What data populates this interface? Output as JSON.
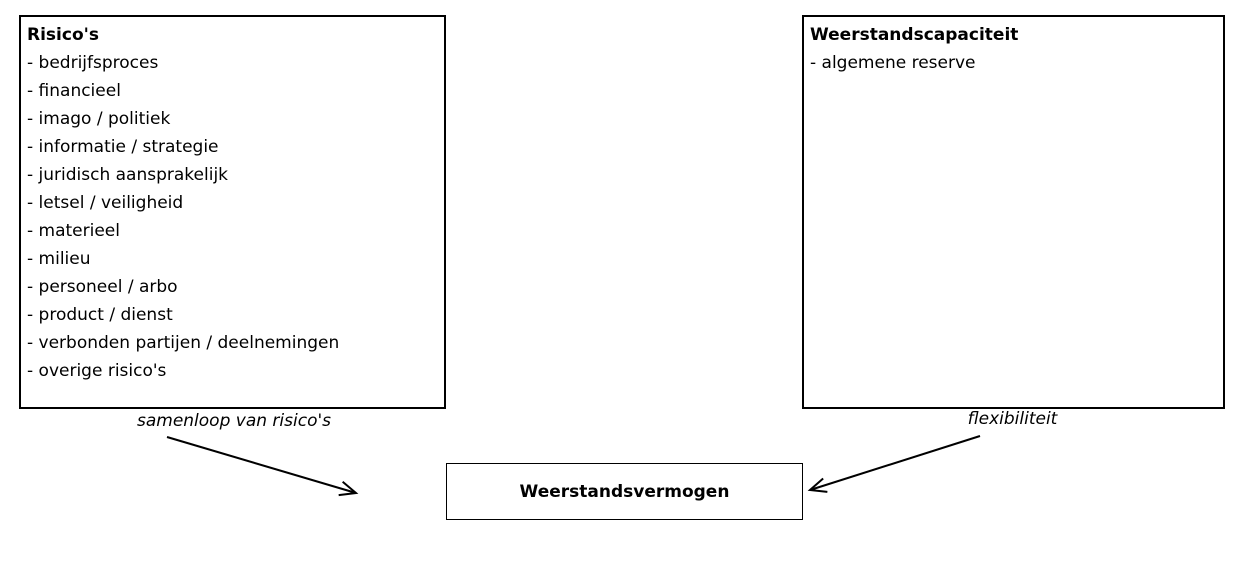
{
  "risks": {
    "title": "Risico's",
    "items": [
      "- bedrijfsproces",
      "- financieel",
      "- imago / politiek",
      "- informatie / strategie",
      "- juridisch aansprakelijk",
      "- letsel / veiligheid",
      "- materieel",
      "- milieu",
      "- personeel / arbo",
      "- product / dienst",
      "- verbonden partijen / deelnemingen",
      "- overige risico's"
    ]
  },
  "capacity": {
    "title": "Weerstandscapaciteit",
    "items": [
      "- algemene reserve"
    ]
  },
  "result": {
    "label": "Weerstandsvermogen"
  },
  "arrows": {
    "left_label": "samenloop van risico's",
    "right_label": "flexibiliteit"
  },
  "colors": {
    "border": "#000000",
    "text": "#000000",
    "background": "#ffffff"
  }
}
